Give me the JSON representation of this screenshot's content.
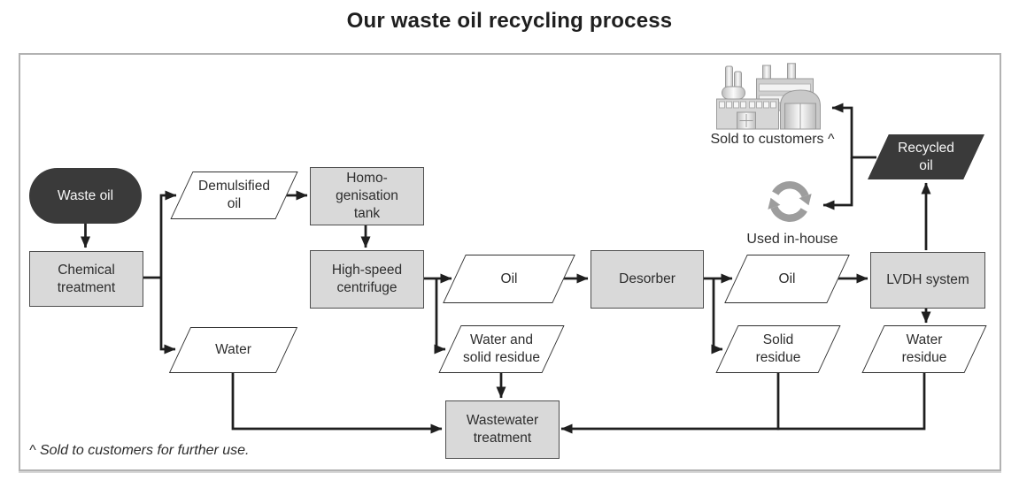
{
  "title": "Our waste oil recycling process",
  "footnote": "^ Sold to customers for further use.",
  "nodes": {
    "waste_oil": [
      "Waste oil"
    ],
    "chemical_treatment": [
      "Chemical",
      "treatment"
    ],
    "demulsified_oil": [
      "Demulsified",
      "oil"
    ],
    "homogenisation_tank": [
      "Homo-",
      "genisation",
      "tank"
    ],
    "high_speed_centrifuge": [
      "High-speed",
      "centrifuge"
    ],
    "oil_after_centrifuge": [
      "Oil"
    ],
    "desorber": [
      "Desorber"
    ],
    "oil_after_desorber": [
      "Oil"
    ],
    "lvdh_system": [
      "LVDH system"
    ],
    "water": [
      "Water"
    ],
    "water_and_solid_residue": [
      "Water and",
      "solid residue"
    ],
    "solid_residue": [
      "Solid",
      "residue"
    ],
    "water_residue": [
      "Water",
      "residue"
    ],
    "wastewater_treatment": [
      "Wastewater",
      "treatment"
    ],
    "recycled_oil": [
      "Recycled",
      "oil"
    ]
  },
  "captions": {
    "sold_to_customers": "Sold to customers ^",
    "used_in_house": "Used in-house"
  },
  "icons": {
    "factory": "factory-buildings",
    "recycle": "circular-recycle-arrows"
  },
  "colors": {
    "dark_node": "#3a3a3a",
    "gray_node": "#d9d9d9",
    "node_border": "#4d4d4d",
    "connector": "#1f1f1f",
    "frame_border": "#b2b2b2",
    "icon_gray": "#9d9d9d"
  }
}
